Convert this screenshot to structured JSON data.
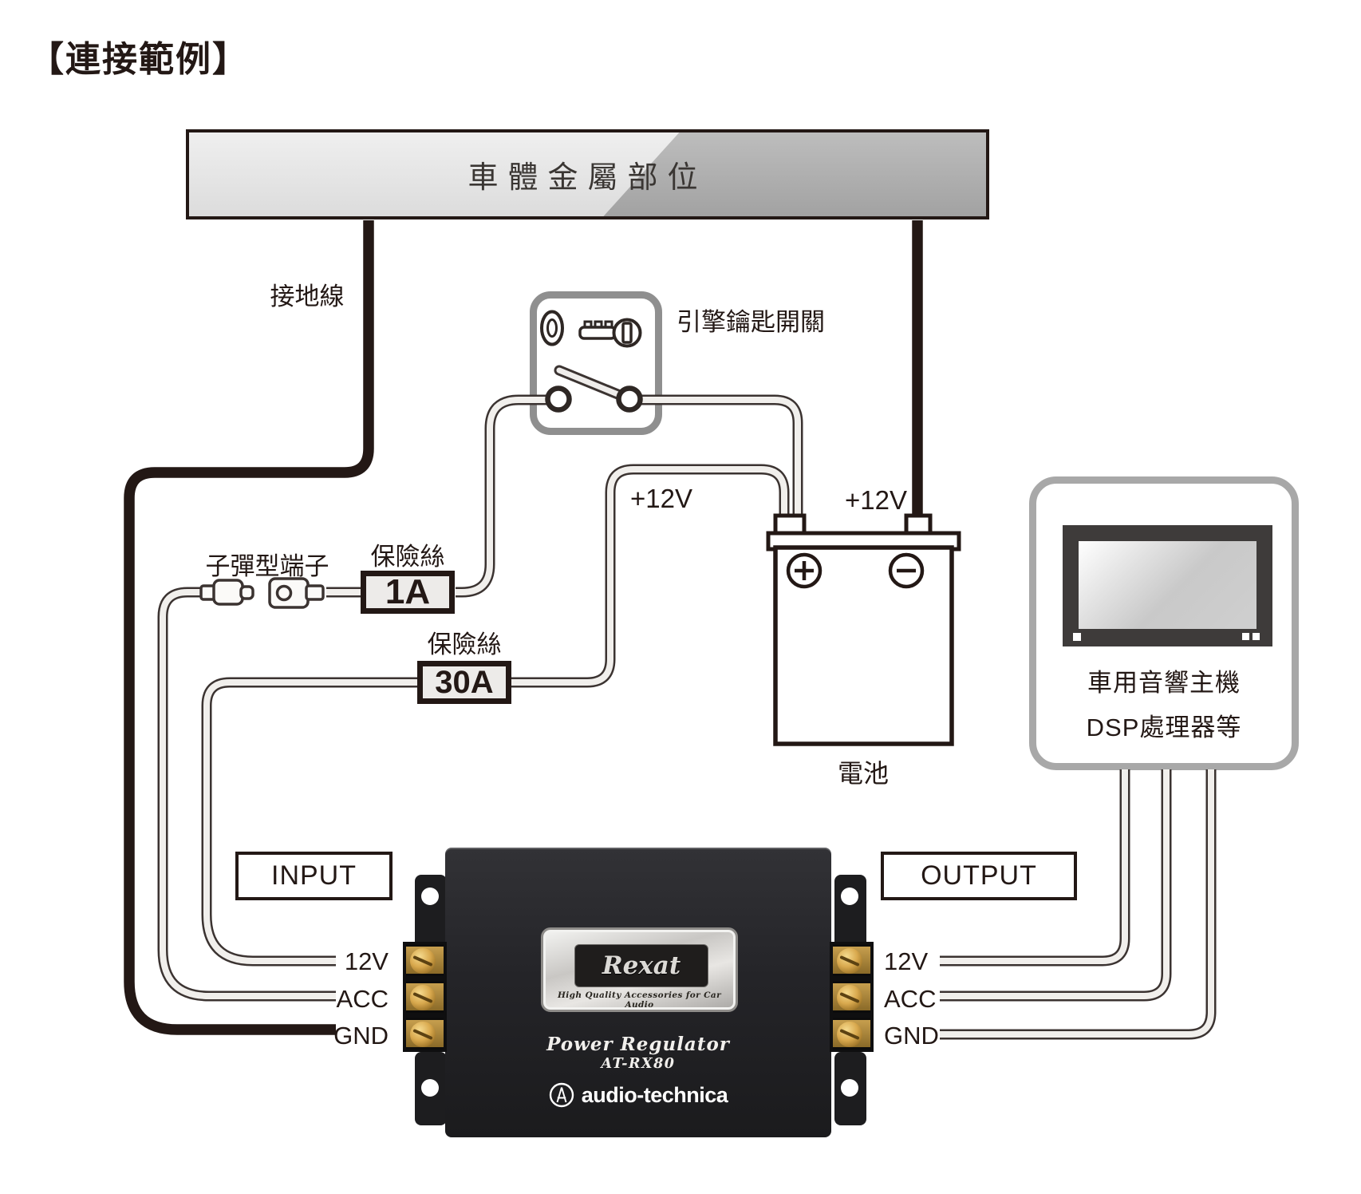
{
  "title": "【連接範例】",
  "car_body": {
    "label": "車體金屬部位"
  },
  "ground": {
    "label": "接地線"
  },
  "ignition": {
    "label": "引擎鑰匙開關"
  },
  "bullet": {
    "label": "子彈型端子"
  },
  "fuse_small": {
    "label": "保險絲",
    "value": "1A"
  },
  "fuse_large": {
    "label": "保險絲",
    "value": "30A"
  },
  "voltage": {
    "left": "+12V",
    "right": "+12V"
  },
  "battery": {
    "label": "電池",
    "plus": "+",
    "minus": "−"
  },
  "head_unit": {
    "line1": "車用音響主機",
    "line2": "DSP處理器等"
  },
  "io": {
    "input": "INPUT",
    "output": "OUTPUT",
    "input_terminals": [
      "12V",
      "ACC",
      "GND"
    ],
    "output_terminals": [
      "12V",
      "ACC",
      "GND"
    ]
  },
  "device": {
    "brand": "Rexat",
    "tagline": "High Quality Accessories for Car Audio",
    "product": "Power Regulator",
    "model": "AT-RX80",
    "maker": "audio-technica"
  },
  "colors": {
    "wire_black": "#231815",
    "wire_white_fill": "#f1efec",
    "fuse_fill": "#edebe9",
    "device_body": "#232327",
    "terminal_gold": "#c99b3f",
    "box_border_gray": "#8f8f8f"
  }
}
